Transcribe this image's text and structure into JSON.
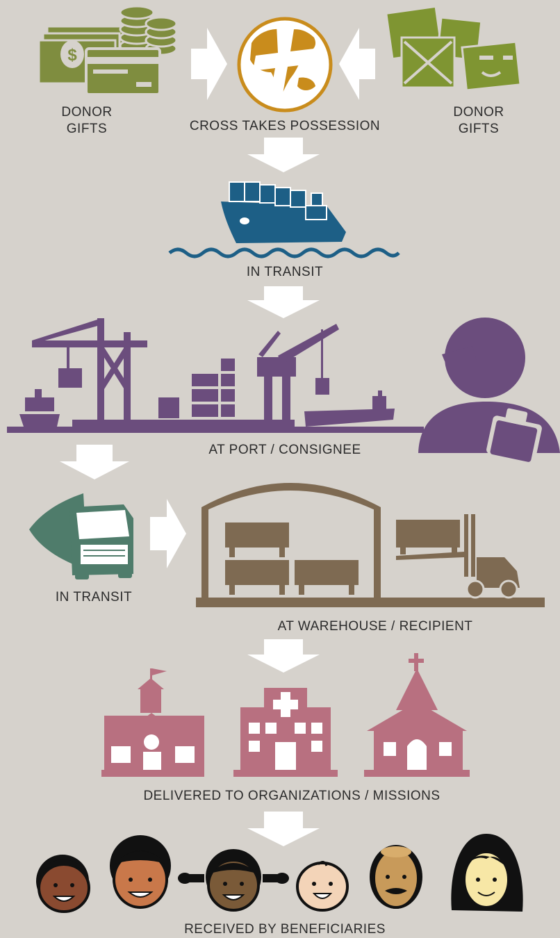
{
  "colors": {
    "background": "#d6d2cc",
    "money_green": "#7f8d3f",
    "boxes_green": "#7f9532",
    "globe_gold": "#c98c1c",
    "ship_blue": "#1d5f86",
    "port_purple": "#6b4d7d",
    "truck_teal": "#4f7c6b",
    "warehouse_brown": "#7e6a52",
    "mission_pink": "#b87080",
    "arrow_white": "#ffffff",
    "text": "#2b2b2b"
  },
  "steps": {
    "donor_gifts_left": {
      "line1": "DONOR",
      "line2": "GIFTS",
      "icon": "money-and-cards-icon"
    },
    "cross_possession": {
      "label": "CROSS TAKES POSSESSION",
      "icon": "globe-cross-logo"
    },
    "donor_gifts_right": {
      "line1": "DONOR",
      "line2": "GIFTS",
      "icon": "supply-boxes-icon"
    },
    "ship_transit": {
      "label": "IN TRANSIT",
      "icon": "cargo-ship-icon"
    },
    "port": {
      "label": "AT PORT / CONSIGNEE",
      "icon": "port-cranes-icon"
    },
    "truck_transit": {
      "label": "IN TRANSIT",
      "icon": "truck-icon"
    },
    "warehouse": {
      "label": "AT WAREHOUSE / RECIPIENT",
      "icon": "warehouse-forklift-icon"
    },
    "delivered": {
      "label": "DELIVERED TO ORGANIZATIONS / MISSIONS",
      "icons": [
        "school-icon",
        "hospital-icon",
        "church-icon"
      ]
    },
    "beneficiaries": {
      "label": "RECEIVED BY BENEFICIARIES",
      "icons": [
        "boy-face-icon",
        "curly-hair-face-icon",
        "pigtails-girl-face-icon",
        "baby-face-icon",
        "old-man-face-icon",
        "woman-face-icon"
      ]
    }
  }
}
